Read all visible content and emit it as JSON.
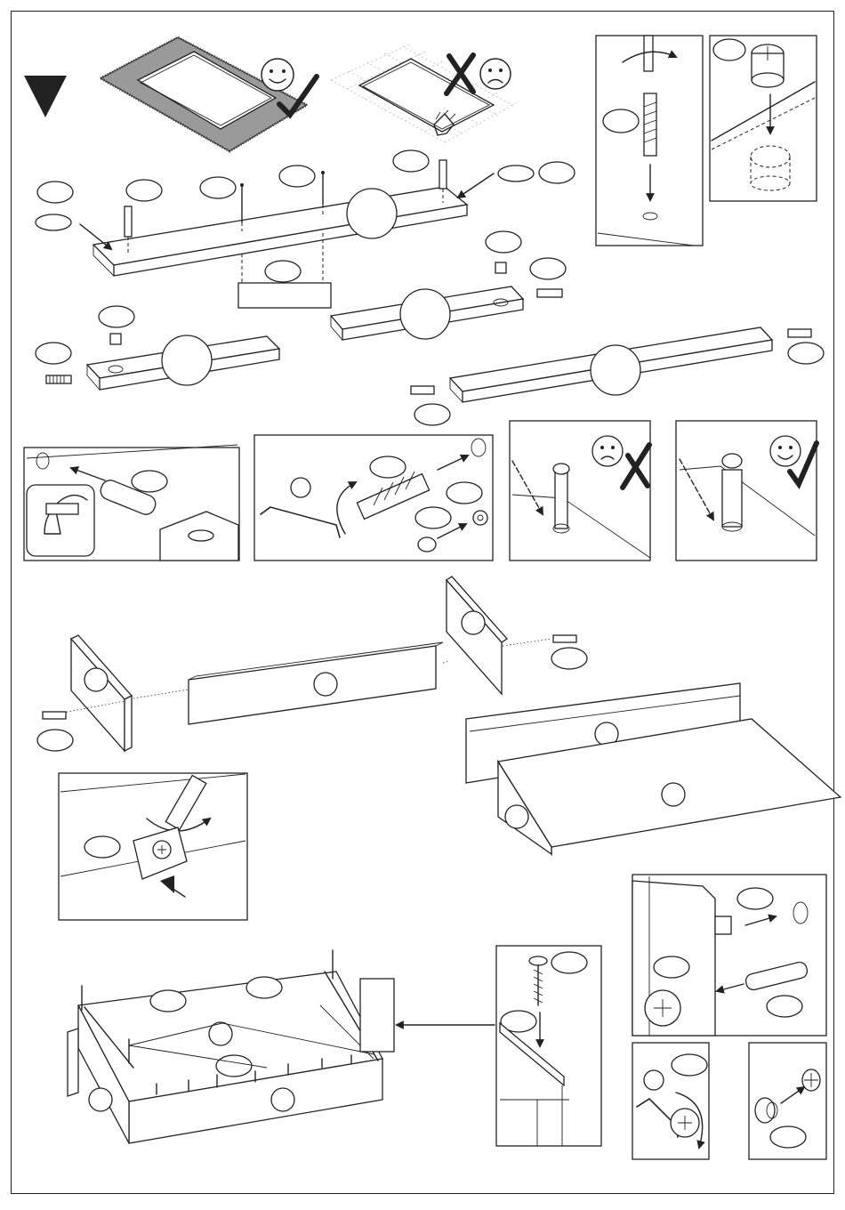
{
  "page": {
    "description_labels": [],
    "panels": [
      {
        "id": "surface-protection",
        "ok_symbol": "check",
        "bad_symbol": "cross"
      },
      {
        "id": "screw-insert-detail"
      },
      {
        "id": "cam-lock-detail"
      },
      {
        "id": "panel-preparation"
      },
      {
        "id": "dowel-insert-detail"
      },
      {
        "id": "hex-key-bolt-detail"
      },
      {
        "id": "cam-bolt-wrong",
        "verdict": "sad"
      },
      {
        "id": "cam-bolt-right",
        "verdict": "happy"
      },
      {
        "id": "frame-assembly"
      },
      {
        "id": "corner-block-detail"
      },
      {
        "id": "drawer-assembly"
      },
      {
        "id": "screw-detail"
      },
      {
        "id": "dowel-detail-b"
      },
      {
        "id": "hex-key-detail-b"
      },
      {
        "id": "cap-detail"
      }
    ],
    "colors": {
      "ink": "#222222",
      "paper": "#ffffff",
      "protective_mat": "#999999"
    }
  }
}
